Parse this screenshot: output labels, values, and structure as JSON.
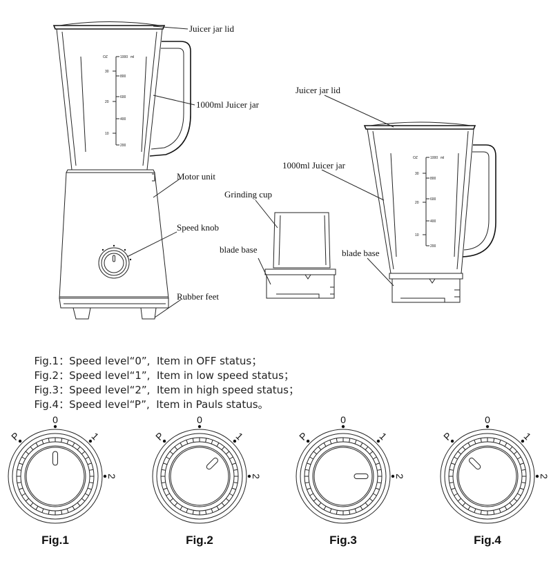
{
  "labels": {
    "jar_lid_1": "Juicer jar lid",
    "jar_1": "1000ml Juicer jar",
    "motor_unit": "Motor unit",
    "speed_knob": "Speed knob",
    "rubber_feet": "Rubber feet",
    "jar_lid_2": "Juicer jar lid",
    "jar_2": "1000ml Juicer jar",
    "grinding_cup": "Grinding cup",
    "blade_base_1": "blade base",
    "blade_base_2": "blade base"
  },
  "scale": {
    "unit_left": "OZ",
    "unit_right": "ml",
    "oz_ticks": [
      "30",
      "20",
      "10"
    ],
    "ml_ticks": [
      "1000",
      "800",
      "600",
      "400",
      "200"
    ]
  },
  "captions": [
    {
      "fig": "Fig.1",
      "sep": "：",
      "level": "Speed level“0”,",
      "status": "Item in OFF status；"
    },
    {
      "fig": "Fig.2",
      "sep": "：",
      "level": "Speed level“1”,",
      "status": "Item in low speed status；"
    },
    {
      "fig": "Fig.3",
      "sep": "：",
      "level": "Speed level“2”,",
      "status": "Item in high speed status；"
    },
    {
      "fig": "Fig.4",
      "sep": "：",
      "level": "Speed level“P”,",
      "status": "Item in Pauls status。"
    }
  ],
  "dial_marks": {
    "p": "P",
    "zero": "0",
    "one": "1",
    "two": "2"
  },
  "figures": [
    {
      "label": "Fig.1",
      "setting": "0"
    },
    {
      "label": "Fig.2",
      "setting": "1"
    },
    {
      "label": "Fig.3",
      "setting": "2"
    },
    {
      "label": "Fig.4",
      "setting": "P"
    }
  ]
}
